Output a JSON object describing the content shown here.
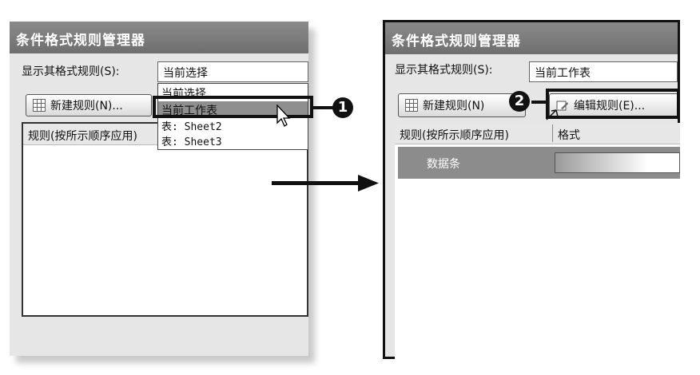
{
  "left_dialog": {
    "title": "条件格式规则管理器",
    "show_rules_label": "显示其格式规则(S):",
    "combo_value": "当前选择",
    "dropdown_items": [
      "当前选择",
      "当前工作表",
      "表: Sheet2",
      "表: Sheet3"
    ],
    "new_rule_button": "新建规则(N)...",
    "column_rule": "规则(按所示顺序应用)",
    "callout": "1"
  },
  "right_dialog": {
    "title": "条件格式规则管理器",
    "show_rules_label": "显示其格式规则(S):",
    "combo_value": "当前工作表",
    "new_rule_button": "新建规则(N)",
    "edit_rule_button": "编辑规则(E)...",
    "column_rule": "规则(按所示顺序应用)",
    "column_format": "格式",
    "rule_row": "数据条",
    "callout": "2"
  },
  "colors": {
    "titlebar": "#7a7a7a",
    "dialog_bg": "#e6e6e6",
    "highlight": "#8f8f8f",
    "rule_row_bg": "#8c8c8c"
  },
  "icons": [
    "grid-icon",
    "edit-icon",
    "cursor-icon",
    "arrow-icon"
  ]
}
